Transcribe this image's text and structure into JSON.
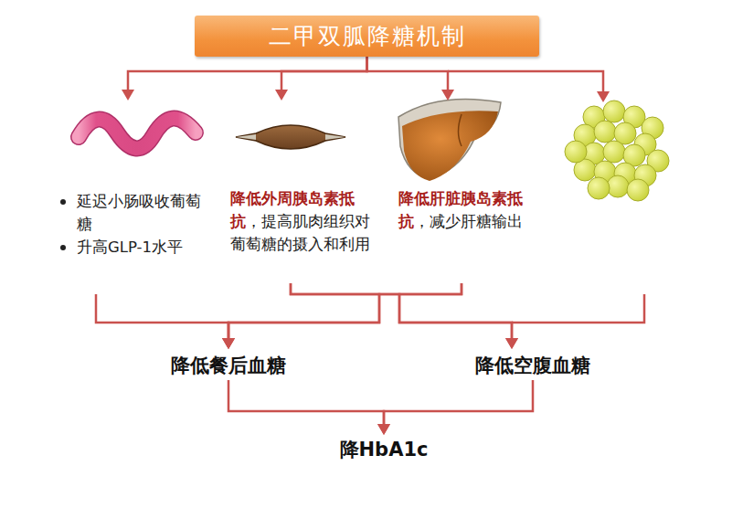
{
  "diagram": {
    "title": "二甲双胍降糖机制",
    "nodes": [
      {
        "text": [
          "二甲双胍降糖机制"
        ]
      },
      {
        "text": [
          "延迟小肠吸收葡萄糖",
          "升高GLP-1水平"
        ]
      },
      {
        "text": [
          "降低外周胰岛素抵抗",
          "，提高肌肉组织对葡萄糖的摄入和利用"
        ]
      },
      {
        "text": [
          "降低肝脏胰岛素抵抗",
          "，减少肝糖输出"
        ]
      },
      {
        "text": [
          "降低餐后血糖"
        ]
      },
      {
        "text": [
          "降低空腹血糖"
        ]
      },
      {
        "text": [
          "降HbA1c"
        ]
      }
    ],
    "edges": [
      {
        "from": 0,
        "to": 1,
        "arrow": "to"
      },
      {
        "from": 0,
        "to": 2,
        "arrow": "to"
      },
      {
        "from": 0,
        "to": 3,
        "arrow": "to"
      },
      {
        "from": 1,
        "to": 4,
        "arrow": "to"
      },
      {
        "from": 2,
        "to": 4,
        "arrow": "to"
      },
      {
        "from": 3,
        "to": 4,
        "arrow": "to"
      },
      {
        "from": 2,
        "to": 5,
        "arrow": "to"
      },
      {
        "from": 3,
        "to": 5,
        "arrow": "to"
      },
      {
        "from": 4,
        "to": 6,
        "arrow": "to"
      },
      {
        "from": 5,
        "to": 6,
        "arrow": "to"
      }
    ]
  }
}
